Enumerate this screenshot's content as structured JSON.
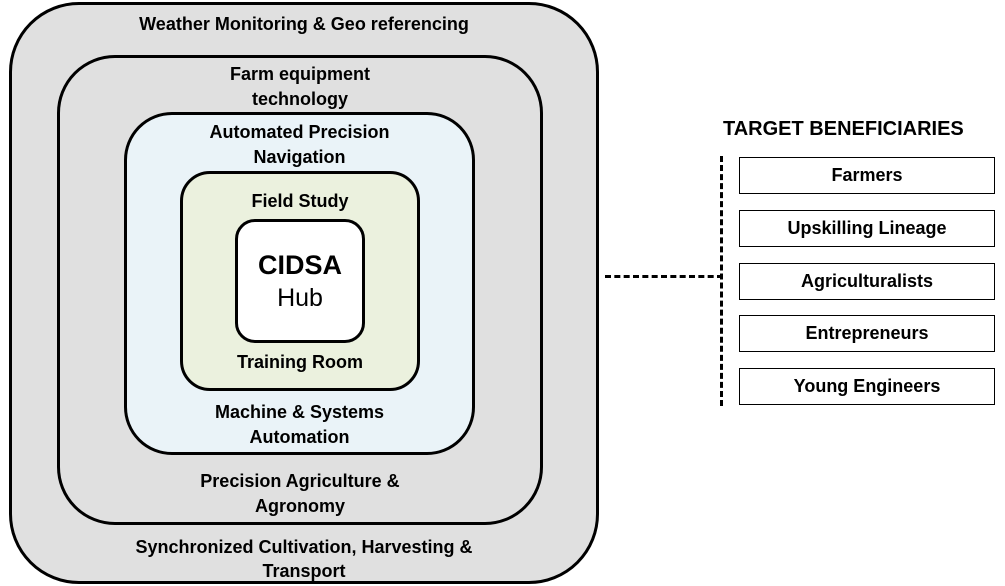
{
  "layers": {
    "outer_top": "Weather Monitoring & Geo referencing",
    "outer_bottom": [
      "Synchronized Cultivation, Harvesting &",
      "Transport"
    ],
    "second_top": [
      "Farm equipment",
      "technology"
    ],
    "second_bottom": [
      "Precision Agriculture &",
      "Agronomy"
    ],
    "third_top": [
      "Automated Precision",
      "Navigation"
    ],
    "third_bottom": [
      "Machine & Systems",
      "Automation"
    ],
    "fourth_top": "Field Study",
    "fourth_bottom": "Training Room"
  },
  "hub": {
    "title": "CIDSA",
    "subtitle": "Hub"
  },
  "target": {
    "title": "TARGET BENEFICIARIES",
    "items": [
      "Farmers",
      "Upskilling Lineage",
      "Agriculturalists",
      "Entrepreneurs",
      "Young Engineers"
    ]
  },
  "colors": {
    "outer_fill": "#e0e0e0",
    "navigation_fill": "#eaf3f8",
    "field_fill": "#ebf1de",
    "hub_fill": "#ffffff"
  }
}
